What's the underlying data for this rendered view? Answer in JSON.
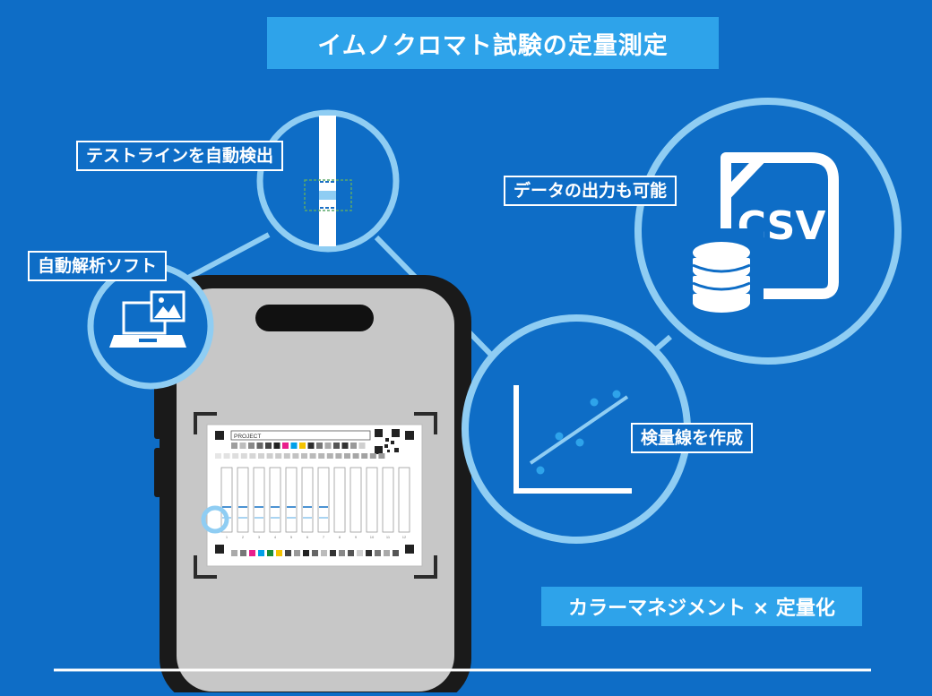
{
  "title": "イムノクロマト試験の定量測定",
  "labels": {
    "testline": "テストラインを自動検出",
    "software": "自動解析ソフト",
    "data_output": "データの出力も可能",
    "calibration": "検量線を作成",
    "color_management": "カラーマネジメント × 定量化"
  },
  "csv_label": "CSV",
  "card": {
    "project_label": "PROJECT",
    "strip_numbers": [
      "1",
      "2",
      "3",
      "4",
      "5",
      "6",
      "7",
      "8",
      "9",
      "10",
      "11",
      "12"
    ]
  },
  "icons": [
    "software-monitor-icon",
    "test-strip-icon",
    "csv-file-icon",
    "database-icon",
    "scatter-chart-icon",
    "qr-code-icon"
  ],
  "colors": {
    "background": "#0e6dc6",
    "accent": "#2ea3ea",
    "ring": "#8fcdf3",
    "phone_body": "#1a1a1a",
    "phone_screen": "#c7c7c7"
  }
}
